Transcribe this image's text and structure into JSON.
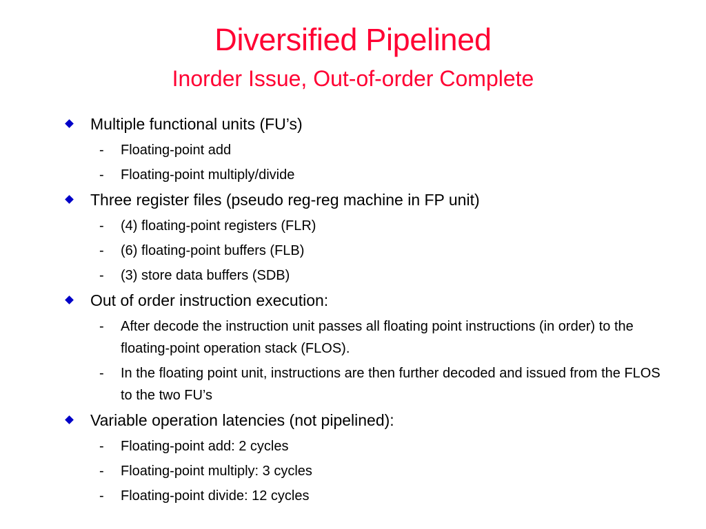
{
  "title": "Diversified Pipelined",
  "subtitle": "Inorder Issue, Out-of-order Complete",
  "colors": {
    "title": "#ff0033",
    "bullet": "#0000c8"
  },
  "bullets": [
    {
      "text": "Multiple functional units (FU’s)",
      "subs": [
        "Floating-point add",
        "Floating-point multiply/divide"
      ]
    },
    {
      "text": "Three register files (pseudo reg-reg machine in FP unit)",
      "subs": [
        "(4) floating-point registers (FLR)",
        "(6) floating-point buffers (FLB)",
        "(3) store data buffers (SDB)"
      ]
    },
    {
      "text": "Out of order instruction execution:",
      "subs": [
        "After decode the instruction unit passes all floating point instructions (in order) to the floating-point operation stack (FLOS).",
        "In the floating point unit, instructions are then further decoded and issued from the FLOS to the two FU’s"
      ]
    },
    {
      "text": "Variable operation latencies (not pipelined):",
      "subs": [
        "Floating-point add: 2 cycles",
        "Floating-point multiply: 3 cycles",
        "Floating-point divide: 12 cycles"
      ]
    }
  ],
  "dash": "-"
}
